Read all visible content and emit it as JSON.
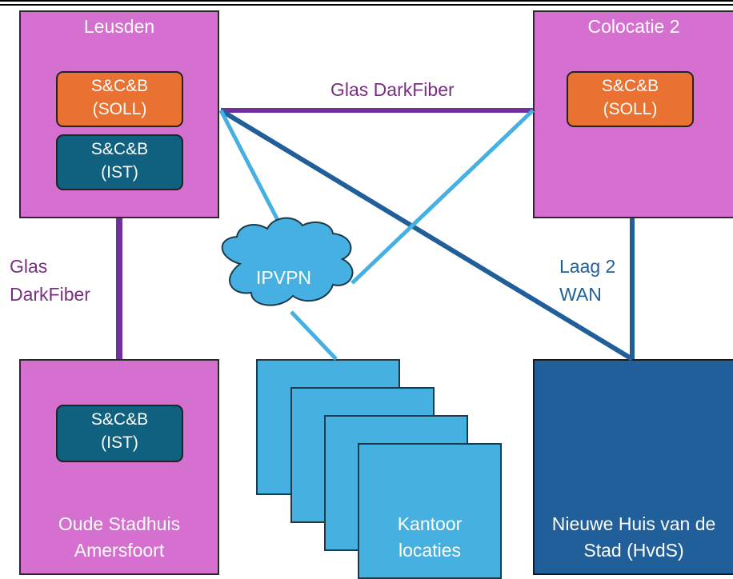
{
  "sites": {
    "leusden": {
      "name": "Leusden",
      "systems": [
        {
          "line1": "S&C&B",
          "line2": "(SOLL)"
        },
        {
          "line1": "S&C&B",
          "line2": "(IST)"
        }
      ]
    },
    "colocatie": {
      "name": "Colocatie 2",
      "systems": [
        {
          "line1": "S&C&B",
          "line2": "(SOLL)"
        }
      ]
    },
    "oude_stadhuis": {
      "name_line1": "Oude Stadhuis",
      "name_line2": "Amersfoort",
      "systems": [
        {
          "line1": "S&C&B",
          "line2": "(IST)"
        }
      ]
    },
    "hvds": {
      "name_line1": "Nieuwe Huis van de",
      "name_line2": "Stad (HvdS)"
    },
    "kantoor": {
      "name_line1": "Kantoor",
      "name_line2": "locaties"
    }
  },
  "links": {
    "darkfiber_top": "Glas DarkFiber",
    "darkfiber_left_line1": "Glas",
    "darkfiber_left_line2": "DarkFiber",
    "wan_line1": "Laag 2",
    "wan_line2": "WAN",
    "ipvpn": "IPVPN"
  },
  "colors": {
    "site": "#d56fd0",
    "soll": "#e97132",
    "ist": "#10607f",
    "darkfiber": "#7030a0",
    "wan": "#215f9a",
    "ipvpn": "#45b0e1"
  }
}
